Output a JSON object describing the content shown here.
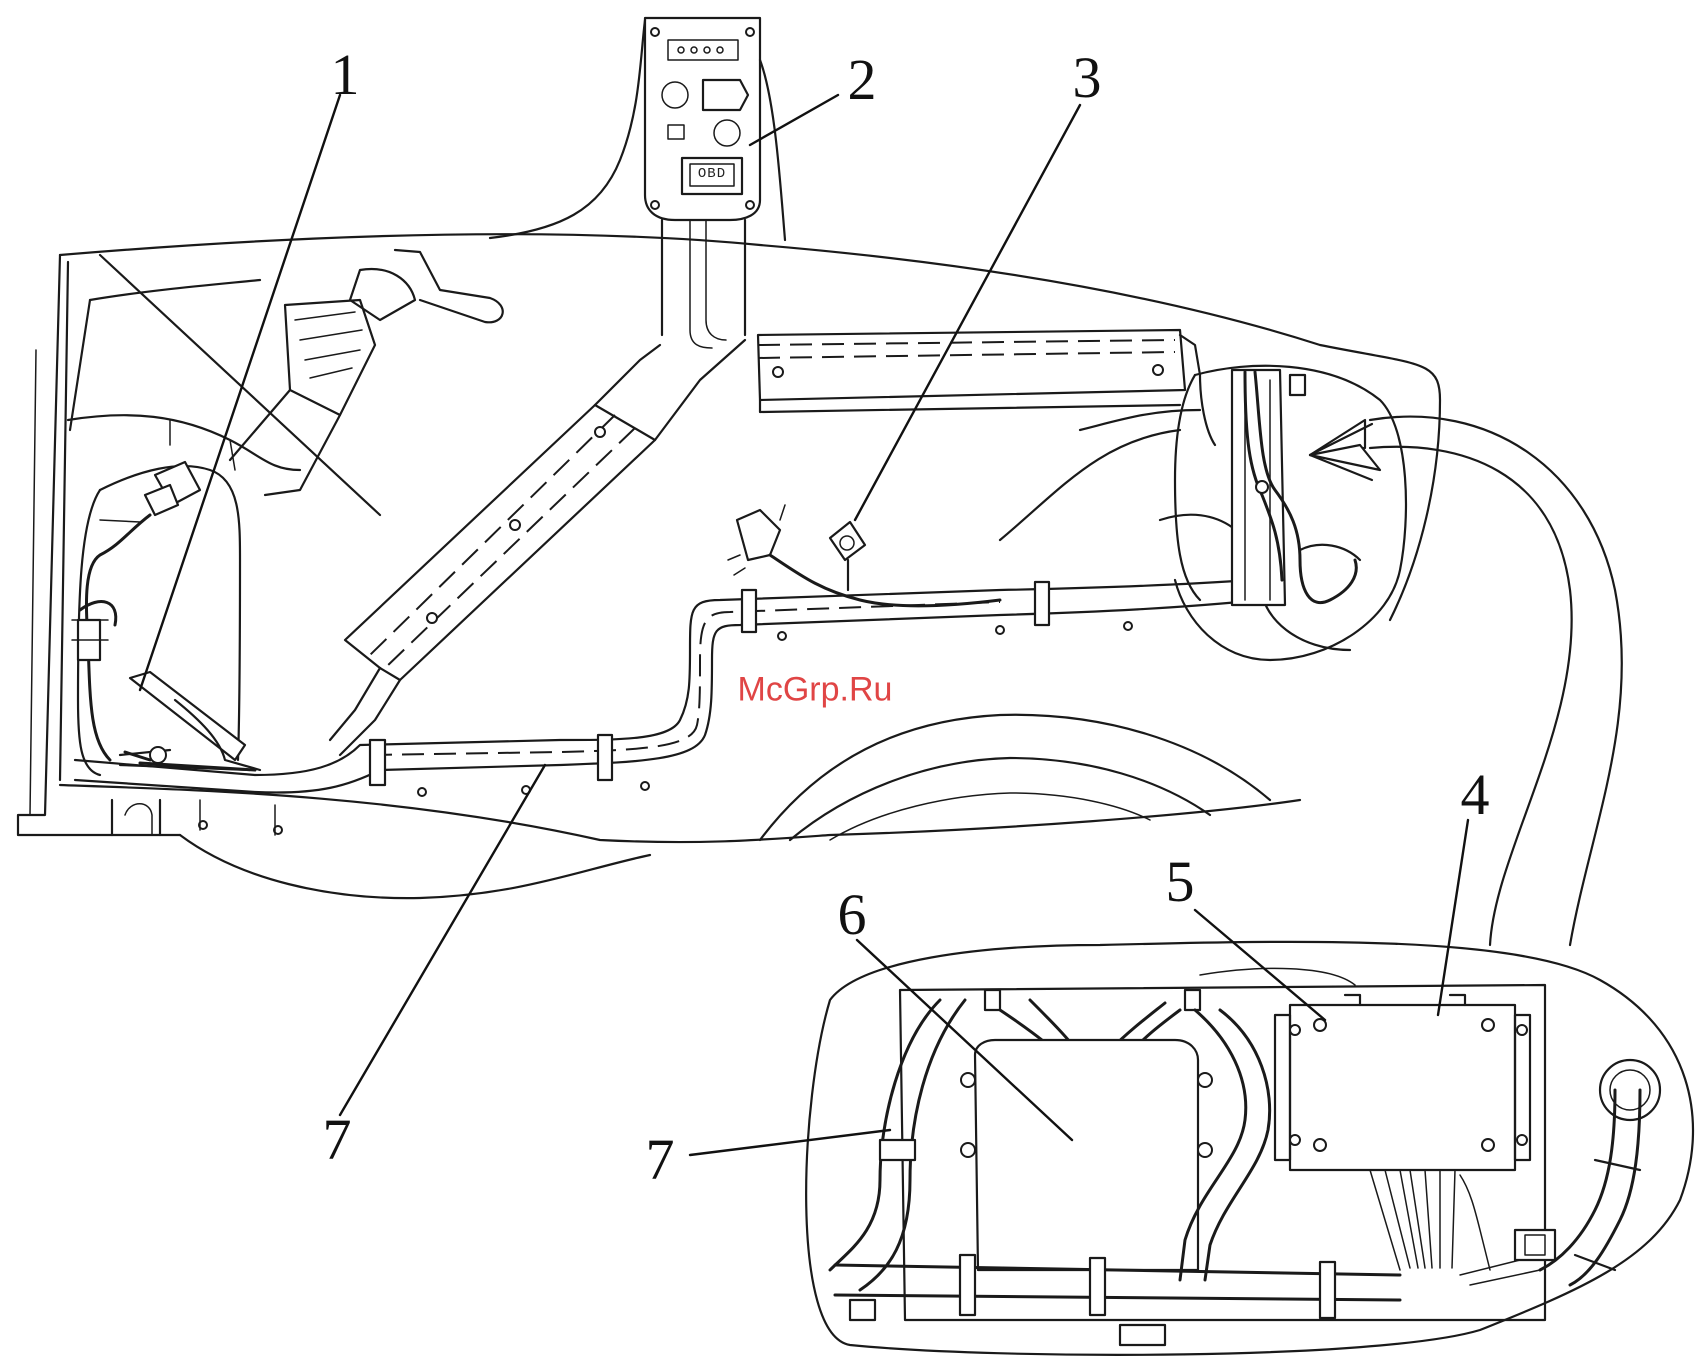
{
  "callouts": [
    {
      "id": "1",
      "label": "1"
    },
    {
      "id": "2",
      "label": "2"
    },
    {
      "id": "3",
      "label": "3"
    },
    {
      "id": "4",
      "label": "4"
    },
    {
      "id": "5",
      "label": "5"
    },
    {
      "id": "6",
      "label": "6"
    },
    {
      "id": "7a",
      "label": "7"
    },
    {
      "id": "7b",
      "label": "7"
    }
  ],
  "obd_port_label": "OBD",
  "watermark": "McGrp.Ru",
  "colors": {
    "line": "#1a1a1a",
    "watermark": "#e04545",
    "background": "#ffffff"
  }
}
